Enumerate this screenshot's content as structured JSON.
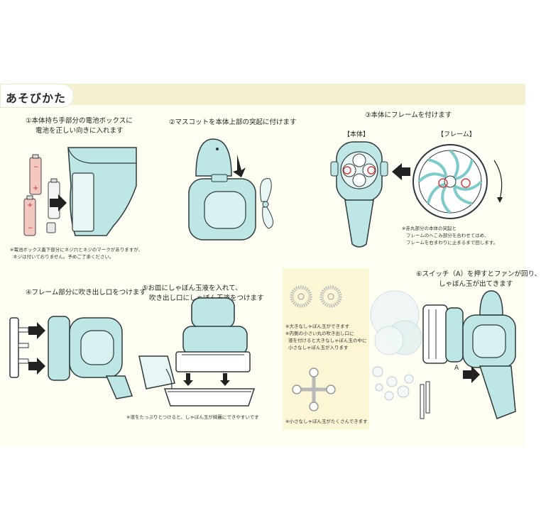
{
  "header": {
    "title": "あそびかた"
  },
  "steps": {
    "s1": {
      "line1": "①本体持ち手部分の電池ボックスに",
      "line2": "電池を正しい向きに入れます"
    },
    "s2": {
      "text": "②マスコットを本体上部の突起に付けます"
    },
    "s3": {
      "text": "③本体にフレームを付けます"
    },
    "s4": {
      "text": "④フレーム部分に吹き出し口をつけます"
    },
    "s5": {
      "line1": "⑤お皿にしゃぼん玉液を入れて、",
      "line2": "吹き出し口にしゃぼん玉液をつけます"
    },
    "s6": {
      "line1": "⑥スイッチ（A）を押すとファンが回り、",
      "line2": "しゃぼん玉が出てきます"
    }
  },
  "labels": {
    "body": "【本体】",
    "frame": "【フレーム】",
    "switch": "A"
  },
  "notes": {
    "battery_line1": "※電池ボックス蓋下部分にネジ穴とネジのマークがありますが、",
    "battery_line2": "ネジは付いておりません。予めご了承ください。",
    "frame_line1": "※赤丸部分の本体の突起と",
    "frame_line2": "フレームのへこみ部分を合わせてはめ、",
    "frame_line3": "フレームを右まわりに止まるまで回します。",
    "liquid": "※液をたっぷりとつけると、しゃぼん玉が綺麗にできやすいです",
    "bubbles_line1": "※大きなしゃぼん玉ができます",
    "bubbles_line2": "※内側の小さい丸の吹き出し口に",
    "bubbles_line3": "液を付けると大きなしゃぼん玉の中に",
    "bubbles_line4": "小さなしゃぼん玉が入ります",
    "small_bubbles": "※小さなしゃぼん玉がたくさんできます"
  },
  "colors": {
    "device": "#bfe6e6",
    "outline": "#2d3a3a",
    "highlight": "#d84040",
    "arrow": "#222222",
    "battery": "#f3c8c0"
  }
}
